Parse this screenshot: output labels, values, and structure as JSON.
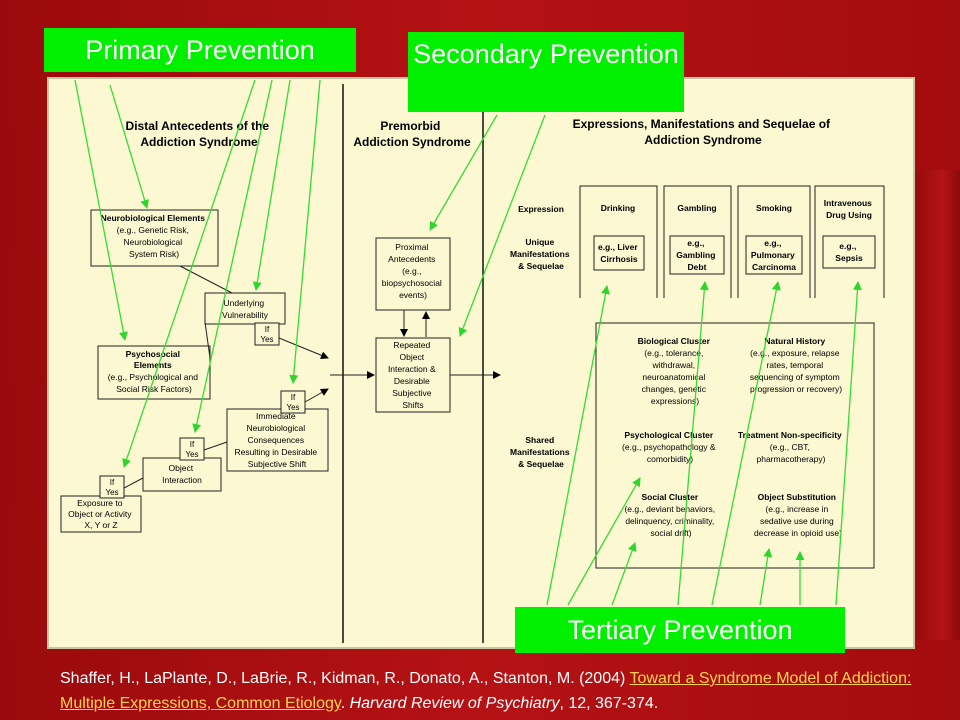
{
  "labels": {
    "primary": "Primary Prevention",
    "secondary": "Secondary Prevention",
    "tertiary": "Tertiary Prevention"
  },
  "headings": {
    "distal": [
      "Distal Antecedents of the",
      "Addiction Syndrome"
    ],
    "premorbid": [
      "Premorbid",
      "Addiction Syndrome"
    ],
    "expressions": [
      "Expressions, Manifestations and Sequelae of",
      "Addiction Syndrome"
    ]
  },
  "boxes": {
    "neuro": [
      "Neurobiological Elements",
      "(e.g., Genetic Risk,",
      "Neurobiological",
      "System Risk)"
    ],
    "vulnerability": [
      "Underlying",
      "Vulnerability"
    ],
    "psychosocial": [
      "Psychosocial",
      "Elements",
      "(e.g., Psychological and",
      "Social Risk Factors)"
    ],
    "immediate": [
      "Immediate",
      "Neurobiological",
      "Consequences",
      "Resulting in Desirable",
      "Subjective Shift"
    ],
    "object_interaction": [
      "Object",
      "Interaction"
    ],
    "exposure": [
      "Exposure to",
      "Object or Activity",
      "X, Y or Z"
    ],
    "if_yes": [
      "If",
      "Yes"
    ],
    "proximal": [
      "Proximal",
      "Antecedents",
      "(e.g.,",
      "biopsychosocial",
      "events)"
    ],
    "repeated": [
      "Repeated",
      "Object",
      "Interaction &",
      "Desirable",
      "Subjective",
      "Shifts"
    ]
  },
  "expression": {
    "row_expression": "Expression",
    "row_unique": [
      "Unique",
      "Manifestations",
      "& Sequelae"
    ],
    "row_shared": [
      "Shared",
      "Manifestations",
      "& Sequelae"
    ],
    "columns": [
      {
        "title": [
          "Drinking"
        ],
        "example": [
          "e.g., Liver",
          "Cirrhosis"
        ]
      },
      {
        "title": [
          "Gambling"
        ],
        "example": [
          "e.g.,",
          "Gambling",
          "Debt"
        ]
      },
      {
        "title": [
          "Smoking"
        ],
        "example": [
          "e.g.,",
          "Pulmonary",
          "Carcinoma"
        ]
      },
      {
        "title": [
          "Intravenous",
          "Drug Using"
        ],
        "example": [
          "e.g.,",
          "Sepsis"
        ]
      }
    ],
    "clusters": [
      {
        "title": "Biological Cluster",
        "lines": [
          "(e.g., tolerance,",
          "withdrawal,",
          "neuroanatomical",
          "changes, genetic",
          "expressions)"
        ]
      },
      {
        "title": "Natural History",
        "lines": [
          "(e.g., exposure, relapse",
          "rates, temporal",
          "sequencing of symptom",
          "progression or recovery)"
        ]
      },
      {
        "title": "Psychological Cluster",
        "lines": [
          "(e.g., psychopathology &",
          "comorbidity)"
        ]
      },
      {
        "title": "Treatment Non-specificity",
        "lines": [
          "(e.g., CBT,",
          "pharmacotherapy)"
        ]
      },
      {
        "title": "Social Cluster",
        "lines": [
          "(e.g., deviant behaviors,",
          "delinquency, criminality,",
          "social drift)"
        ]
      },
      {
        "title": "Object Substitution",
        "lines": [
          "(e.g., increase in",
          "sedative use during",
          "decrease in opioid use)"
        ]
      }
    ]
  },
  "caption": {
    "authors": "Shaffer, H., LaPlante, D., LaBrie, R., Kidman, R., Donato, A., Stanton, M. (2004) ",
    "link_text": "Toward a Syndrome Model of Addiction: Multiple Expressions, Common Etiology",
    "sep": ". ",
    "journal": "Harvard Review of Psychiatry",
    "volume": ", 12, 367-374."
  },
  "colors": {
    "background": "#a80d0f",
    "panel": "#fbf8d2",
    "label": "#00f000",
    "arrow": "#33dd33",
    "link": "#ffd24d"
  }
}
